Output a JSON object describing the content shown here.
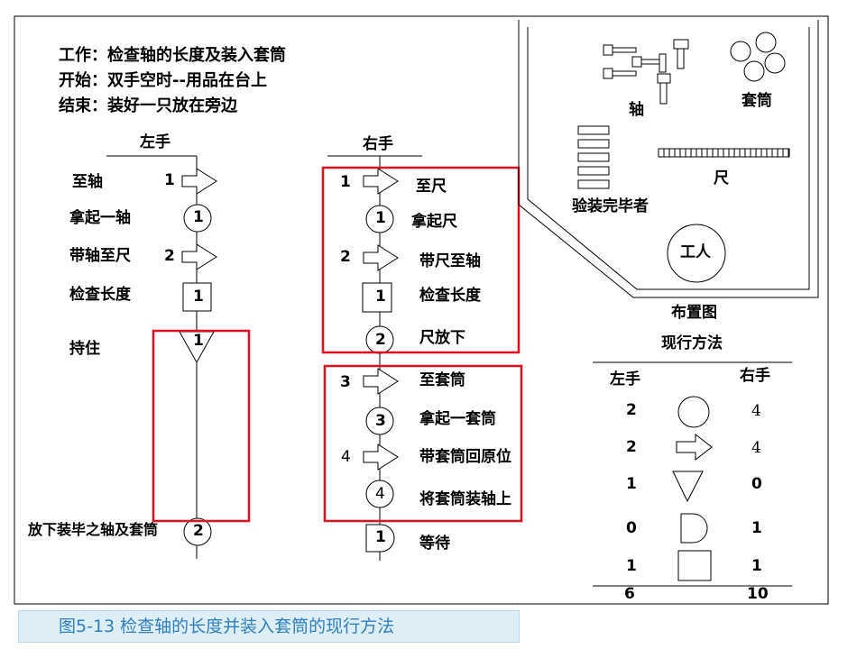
{
  "header": {
    "line1": "工作：检查轴的长度及装入套筒",
    "line2": "开始：双手空时--用品在台上",
    "line3": "结束：装好一只放在旁边"
  },
  "chart_left": {
    "title": "左手",
    "steps": [
      {
        "label": "至轴",
        "num": "1",
        "symbol": "transport"
      },
      {
        "label": "拿起一轴",
        "num": "1",
        "symbol": "operation"
      },
      {
        "label": "带轴至尺",
        "num": "2",
        "symbol": "transport"
      },
      {
        "label": "检查长度",
        "num": "1",
        "symbol": "inspection"
      },
      {
        "label": "持住",
        "num": "1",
        "symbol": "hold"
      },
      {
        "label": "放下装毕之轴及套筒",
        "num": "2",
        "symbol": "operation"
      }
    ]
  },
  "chart_right": {
    "title": "右手",
    "steps": [
      {
        "label": "至尺",
        "num": "1",
        "symbol": "transport"
      },
      {
        "label": "拿起尺",
        "num": "1",
        "symbol": "operation"
      },
      {
        "label": "带尺至轴",
        "num": "2",
        "symbol": "transport"
      },
      {
        "label": "检查长度",
        "num": "1",
        "symbol": "inspection"
      },
      {
        "label": "尺放下",
        "num": "2",
        "symbol": "operation"
      },
      {
        "label": "至套筒",
        "num": "3",
        "symbol": "transport"
      },
      {
        "label": "拿起一套筒",
        "num": "3",
        "symbol": "operation"
      },
      {
        "label": "带套筒回原位",
        "num": "4",
        "symbol": "transport"
      },
      {
        "label": "将套筒装轴上",
        "num": "4",
        "symbol": "operation"
      },
      {
        "label": "等待",
        "num": "1",
        "symbol": "delay"
      }
    ]
  },
  "layout_panel": {
    "shaft_label": "轴",
    "sleeve_label": "套筒",
    "ruler_label": "尺",
    "finished_label": "验装完毕者",
    "worker_label": "工人",
    "title": "布置图"
  },
  "summary": {
    "title": "现行方法",
    "left_header": "左手",
    "right_header": "右手",
    "rows": [
      {
        "symbol": "operation",
        "left": "2",
        "right": "4"
      },
      {
        "symbol": "transport",
        "left": "2",
        "right": "4"
      },
      {
        "symbol": "hold",
        "left": "1",
        "right": "0"
      },
      {
        "symbol": "delay",
        "left": "0",
        "right": "1"
      },
      {
        "symbol": "inspection",
        "left": "1",
        "right": "1"
      }
    ],
    "total_left": "6",
    "total_right": "10"
  },
  "caption": "图5-13  检查轴的长度并装入套筒的现行方法",
  "colors": {
    "highlight": "#e01020",
    "caption_bg": "#ddeef7",
    "caption_text": "#2f7fc0"
  }
}
